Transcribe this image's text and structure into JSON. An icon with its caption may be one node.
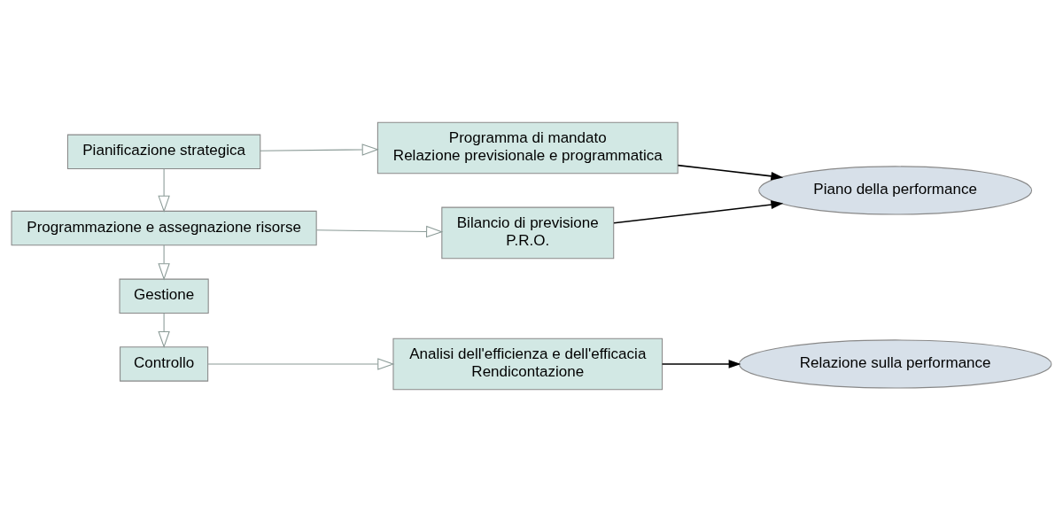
{
  "diagram": {
    "nodes": [
      {
        "text": [
          "Pianificazione strategica"
        ]
      },
      {
        "text": [
          "Programma di mandato",
          "Relazione previsionale e programmatica"
        ]
      },
      {
        "text": [
          "Piano della performance"
        ]
      },
      {
        "text": [
          "Programmazione e assegnazione risorse"
        ]
      },
      {
        "text": [
          "Bilancio di previsione",
          "P.R.O."
        ]
      },
      {
        "text": [
          "Gestione"
        ]
      },
      {
        "text": [
          "Controllo"
        ]
      },
      {
        "text": [
          "Analisi dell'efficienza e dell'efficacia",
          "Rendicontazione"
        ]
      },
      {
        "text": [
          "Relazione sulla performance"
        ]
      }
    ],
    "edges": [
      {
        "from": 0,
        "to": 1,
        "arrow": "to"
      },
      {
        "from": 0,
        "to": 3,
        "arrow": "to"
      },
      {
        "from": 3,
        "to": 4,
        "arrow": "to"
      },
      {
        "from": 3,
        "to": 5,
        "arrow": "to"
      },
      {
        "from": 5,
        "to": 6,
        "arrow": "to"
      },
      {
        "from": 6,
        "to": 7,
        "arrow": "to"
      },
      {
        "from": 1,
        "to": 2,
        "arrow": "to",
        "color": "#000000"
      },
      {
        "from": 4,
        "to": 2,
        "arrow": "to",
        "color": "#000000"
      },
      {
        "from": 7,
        "to": 8,
        "arrow": "to",
        "color": "#000000"
      }
    ]
  }
}
